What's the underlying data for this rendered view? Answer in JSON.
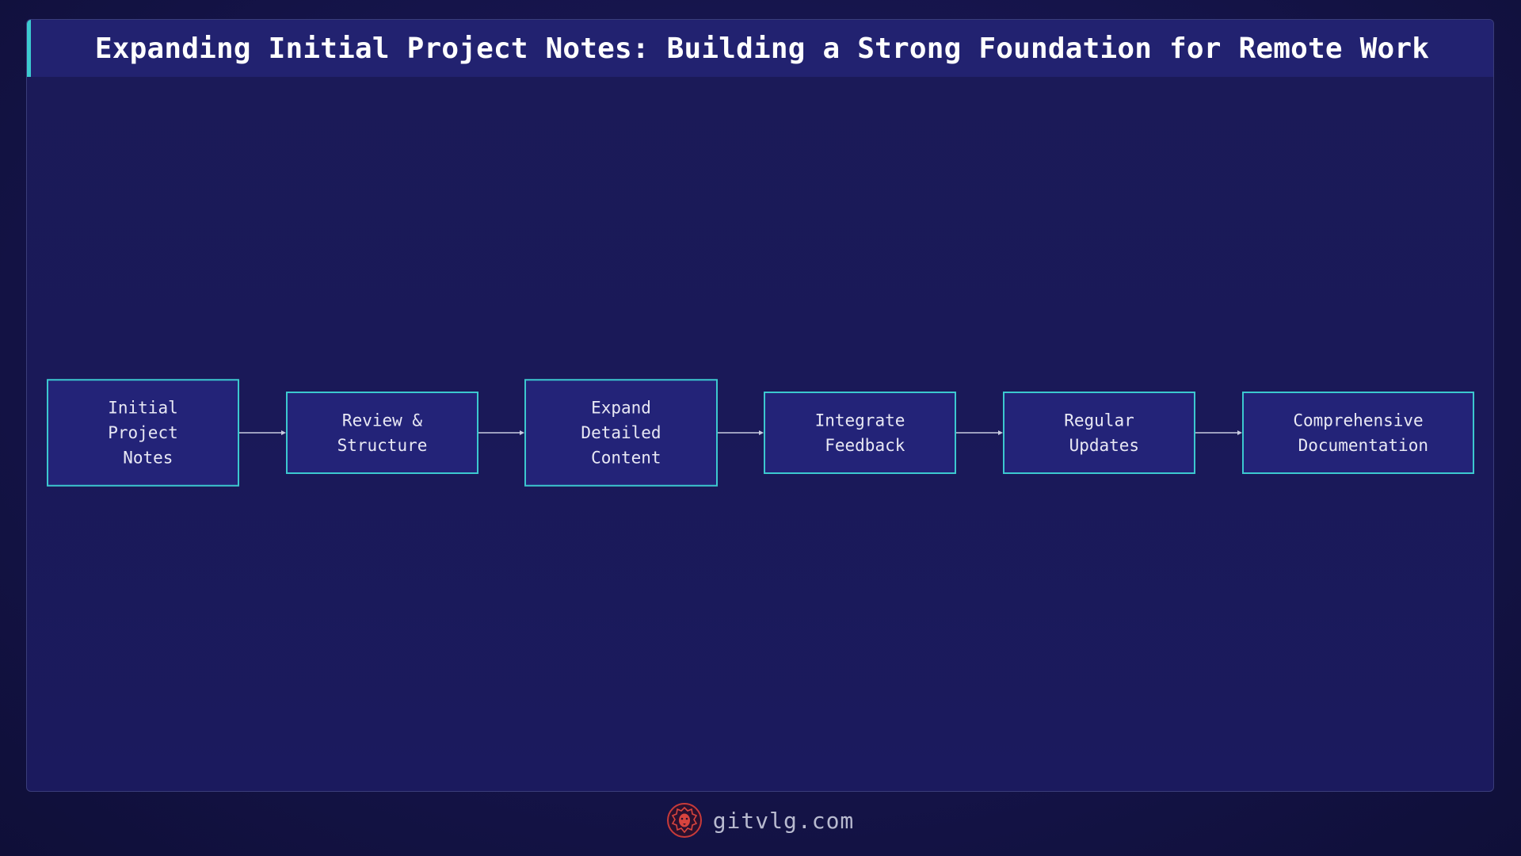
{
  "title": "Expanding Initial Project Notes: Building a Strong Foundation for Remote Work",
  "nodes": [
    {
      "id": "initial-notes",
      "lines": [
        "Initial",
        "Project",
        " Notes"
      ]
    },
    {
      "id": "review-structure",
      "lines": [
        "Review &",
        "Structure"
      ]
    },
    {
      "id": "expand-content",
      "lines": [
        "Expand",
        "Detailed",
        " Content"
      ]
    },
    {
      "id": "integrate-feedback",
      "lines": [
        "Integrate",
        " Feedback"
      ]
    },
    {
      "id": "regular-updates",
      "lines": [
        "Regular",
        " Updates"
      ]
    },
    {
      "id": "comprehensive-docs",
      "lines": [
        "Comprehensive",
        " Documentation"
      ]
    }
  ],
  "edges": [
    {
      "from": "initial-notes",
      "to": "review-structure"
    },
    {
      "from": "review-structure",
      "to": "expand-content"
    },
    {
      "from": "expand-content",
      "to": "integrate-feedback"
    },
    {
      "from": "integrate-feedback",
      "to": "regular-updates"
    },
    {
      "from": "regular-updates",
      "to": "comprehensive-docs"
    }
  ],
  "colors": {
    "background": "#17164f",
    "title_bar": "#222270",
    "accent": "#3ccbd0",
    "node_fill": "#232378",
    "node_stroke": "#3cc8cf",
    "edge": "#c8cbe0",
    "text": "#e8e8f4"
  },
  "footer": {
    "logo_icon": "lion-head-logo-icon",
    "site": "gitvlg.com"
  }
}
